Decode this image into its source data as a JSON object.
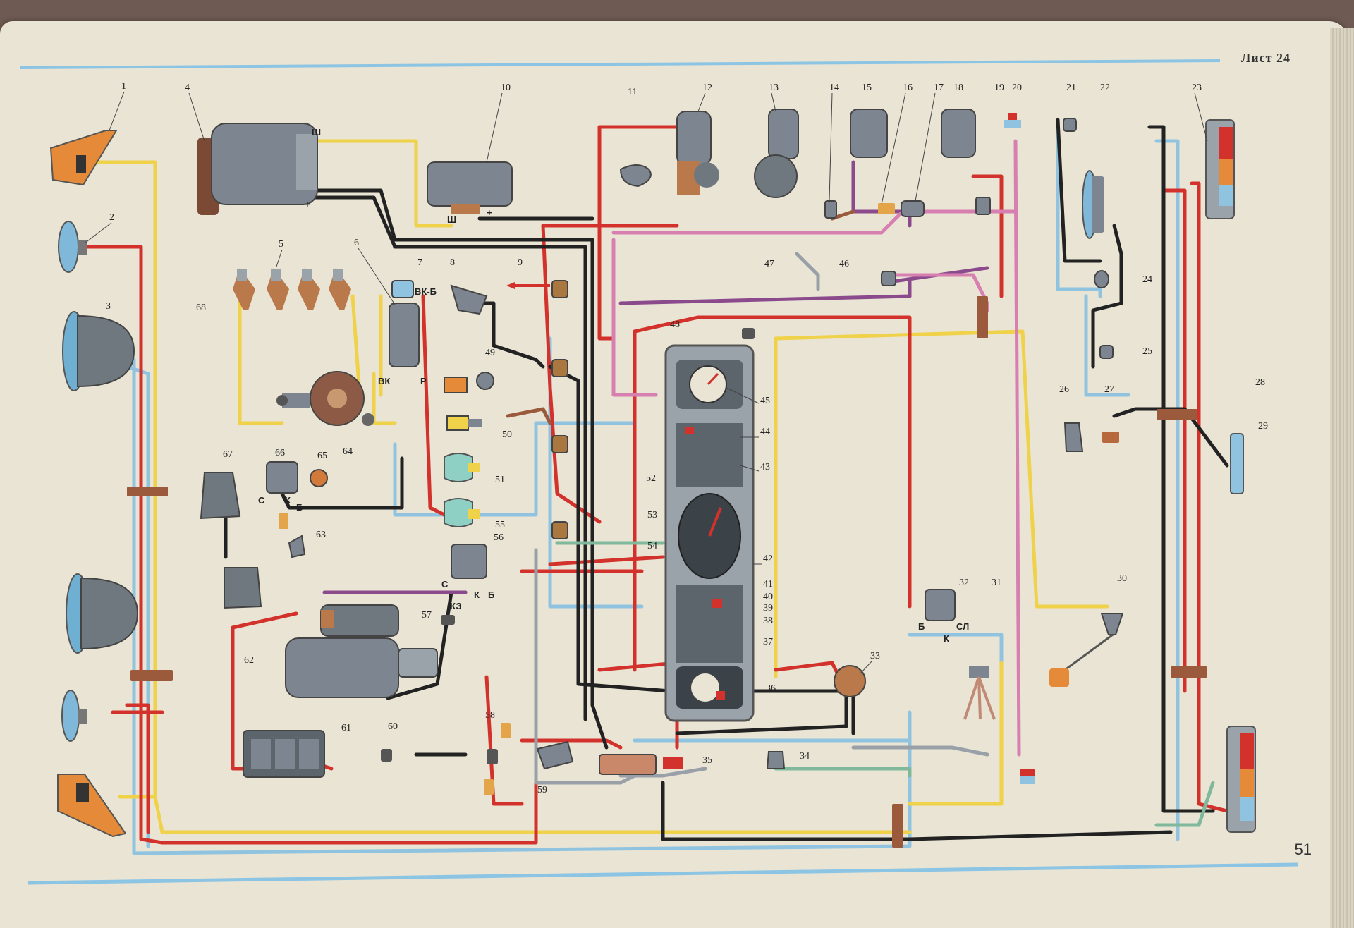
{
  "sheet": {
    "label": "Лист 24",
    "page_number": "51"
  },
  "callouts": [
    "1",
    "2",
    "3",
    "4",
    "5",
    "6",
    "7",
    "8",
    "9",
    "10",
    "11",
    "12",
    "13",
    "14",
    "15",
    "16",
    "17",
    "18",
    "19",
    "20",
    "21",
    "22",
    "23",
    "24",
    "25",
    "26",
    "27",
    "28",
    "29",
    "30",
    "31",
    "32",
    "33",
    "34",
    "35",
    "36",
    "37",
    "38",
    "39",
    "40",
    "41",
    "42",
    "43",
    "44",
    "45",
    "46",
    "47",
    "48",
    "49",
    "50",
    "51",
    "52",
    "53",
    "54",
    "55",
    "56",
    "57",
    "58",
    "59",
    "60",
    "61",
    "62",
    "63",
    "64",
    "65",
    "66",
    "67",
    "68"
  ],
  "terminal_marks": {
    "generator_w": "Ш",
    "generator_plus": "+",
    "regulator_w": "Ш",
    "regulator_plus": "+",
    "coil_vkb": "ВК-Б",
    "coil_vk": "ВК",
    "coil_r": "Р",
    "relay66_s": "С",
    "relay66_k": "К",
    "relay66_b": "Б",
    "relay56_s": "С",
    "relay56_k": "К",
    "relay56_b": "Б",
    "relay56_kz": "КЗ",
    "relay32_b": "Б",
    "relay32_sl": "СЛ",
    "relay32_k": "К"
  },
  "wire_colors": {
    "red": "#d2322b",
    "black": "#222222",
    "yellow": "#efd24a",
    "blue": "#8fc3e0",
    "purple": "#8a4a8c",
    "pink": "#d77fb0",
    "brown": "#9b5a3c",
    "green": "#7fb89a",
    "grey": "#9aa0a8",
    "accent_line": "#8cc4e4"
  }
}
